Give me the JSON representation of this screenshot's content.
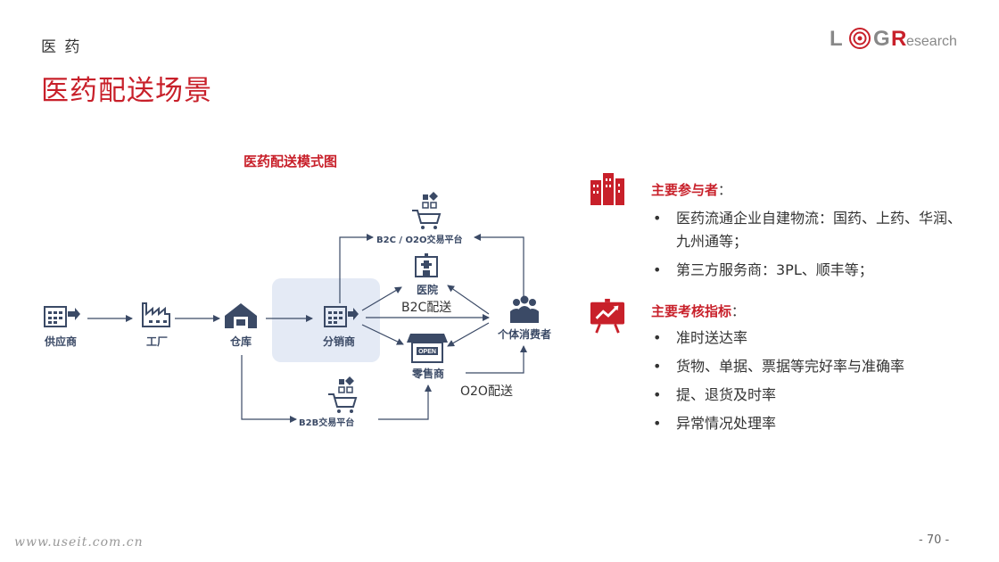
{
  "header": {
    "section": "医 药",
    "title": "医药配送场景"
  },
  "logo": {
    "letters": [
      "L",
      "G",
      "R"
    ],
    "suffix": "esearch"
  },
  "diagram": {
    "title": "医药配送模式图",
    "nodes": {
      "supplier": "供应商",
      "factory": "工厂",
      "warehouse": "仓库",
      "distributor": "分销商",
      "hospital": "医院",
      "retailer": "零售商",
      "consumer": "个体消费者",
      "b2c_platform": "B2C / O2O交易平台",
      "b2b_platform": "B2B交易平台"
    },
    "edge_labels": {
      "b2c": "B2C配送",
      "o2o": "O2O配送"
    },
    "icon_text": {
      "open_sign": "OPEN"
    }
  },
  "right": {
    "participants": {
      "title": "主要参与者",
      "colon": "：",
      "items": [
        "医药流通企业自建物流：国药、上药、华润、九州通等；",
        "第三方服务商：3PL、顺丰等；"
      ]
    },
    "kpis": {
      "title": "主要考核指标",
      "colon": "：",
      "items": [
        "准时送达率",
        "货物、单据、票据等完好率与准确率",
        "提、退货及时率",
        "异常情况处理率"
      ]
    }
  },
  "footer": {
    "url": "www.useit.com.cn",
    "page": "- 70 -"
  },
  "colors": {
    "accent": "#c8202a",
    "node": "#3b4a66",
    "highlight": "#e4eaf5"
  }
}
